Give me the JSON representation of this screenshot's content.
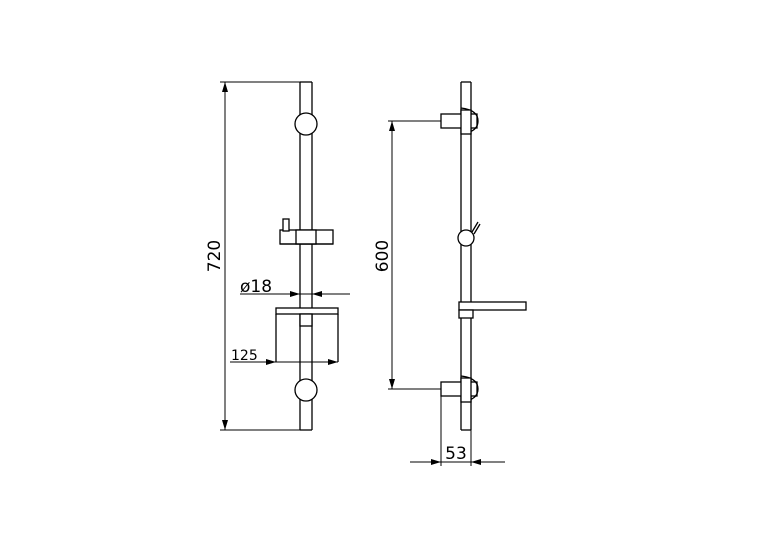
{
  "dimensions": {
    "total_height": "720",
    "tube_diameter": "ø18",
    "soap_dish_width": "125",
    "bracket_spacing": "600",
    "bracket_projection": "53"
  }
}
